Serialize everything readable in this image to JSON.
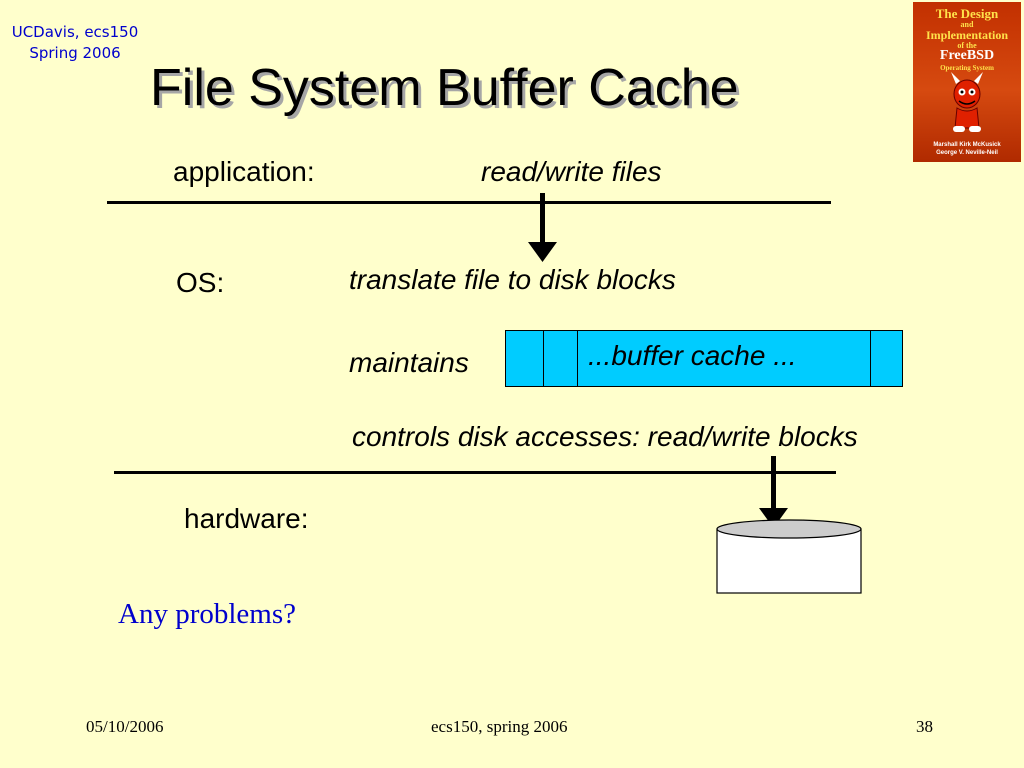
{
  "course_tag": {
    "line1": "UCDavis, ecs150",
    "line2": "Spring 2006"
  },
  "title": "File System Buffer Cache",
  "book_cover": {
    "lines": [
      "The Design",
      "and",
      "Implementation",
      "of the",
      "FreeBSD",
      "Operating System"
    ],
    "authors": [
      "Marshall Kirk McKusick",
      "George V. Neville-Neil"
    ],
    "colors": {
      "background": "#c23000",
      "text": "#ffe24a"
    }
  },
  "diagram": {
    "application_label": "application:",
    "application_action": "read/write files",
    "os_label": "OS:",
    "os_action": "translate file to disk blocks",
    "maintains_label": "maintains",
    "buffer_label": "...buffer cache ...",
    "controls_text": "controls disk accesses:  read/write blocks",
    "hardware_label": "hardware:",
    "colors": {
      "buffer_fill": "#00ccff",
      "disk_top": "#cccccc"
    }
  },
  "question": "Any problems?",
  "footer": {
    "date": "05/10/2006",
    "course": "ecs150, spring 2006",
    "page": "38"
  },
  "colors": {
    "background": "#ffffcc",
    "accent_blue": "#0000cc"
  }
}
